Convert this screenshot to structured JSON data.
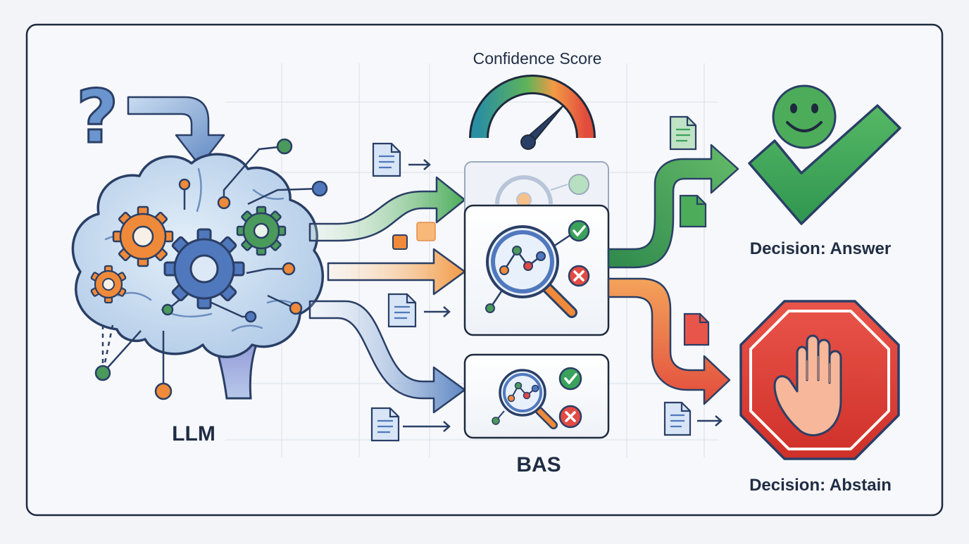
{
  "labels": {
    "confidence_title": "Confidence Score",
    "llm": "LLM",
    "bas": "BAS",
    "decision_answer": "Decision: Answer",
    "decision_abstain": "Decision: Abstain"
  },
  "icons": [
    "question-mark-icon",
    "brain-icon",
    "gear-icon",
    "gauge-icon",
    "document-icon",
    "magnifier-icon",
    "check-icon",
    "cross-icon",
    "smiley-icon",
    "stop-sign-icon",
    "hand-icon"
  ],
  "colors": {
    "frame": "#1e2a3d",
    "brain_fill": "#c7dcf1",
    "gear_orange": "#ef8a3a",
    "gear_green": "#4a9a5c",
    "gear_blue": "#5078bd",
    "arrow_blue": "#5f87c3",
    "arrow_green": "#4cac5a",
    "arrow_orange": "#f29a45",
    "arrow_red": "#e24c3c",
    "check_green": "#3aa25a",
    "cross_red": "#e24a44",
    "stop_red": "#df3d35"
  }
}
